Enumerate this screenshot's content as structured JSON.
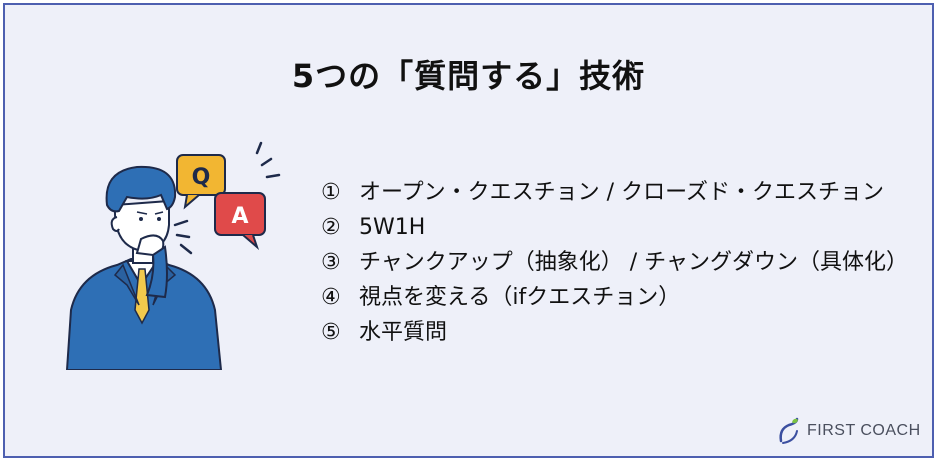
{
  "title": "5つの「質問する」技術",
  "items": [
    {
      "number": "①",
      "text": "オープン・クエスチョン / クローズド・クエスチョン"
    },
    {
      "number": "②",
      "text": "5W1H"
    },
    {
      "number": "③",
      "text": "チャンクアップ（抽象化） / チャングダウン（具体化）"
    },
    {
      "number": "④",
      "text": "視点を変える（ifクエスチョン）"
    },
    {
      "number": "⑤",
      "text": "水平質問"
    }
  ],
  "illustration": {
    "bubble_q": "Q",
    "bubble_a": "A",
    "q_color": "#f2b632",
    "a_color": "#e04a4a"
  },
  "logo": {
    "text": "FIRST COACH",
    "icon": "leaf-swirl-icon"
  },
  "colors": {
    "border": "#4d5fb0",
    "background": "#eef0f9",
    "suit": "#2e6fb5"
  }
}
